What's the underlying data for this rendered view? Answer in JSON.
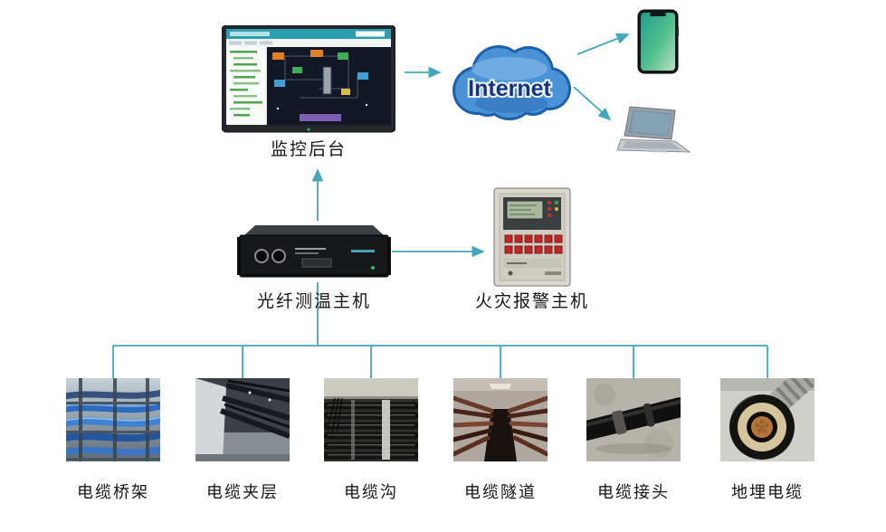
{
  "colors": {
    "arrow": "#44a7ba",
    "cloud_fill": "#4a92d6",
    "cloud_edge": "#1d5fa8",
    "cloud_text": "#16337c",
    "label_text": "#161616"
  },
  "nodes": {
    "monitor": {
      "label": "监控后台",
      "icon": "monitor-screen-image"
    },
    "internet": {
      "label": "Internet",
      "icon": "internet-cloud"
    },
    "phone": {
      "icon": "smartphone-image"
    },
    "laptop": {
      "icon": "laptop-image"
    },
    "fiber_host": {
      "label": "光纤测温主机",
      "icon": "fiber-host-image"
    },
    "fire_alarm": {
      "label": "火灾报警主机",
      "icon": "fire-alarm-panel-image"
    }
  },
  "cable_sites": [
    {
      "label": "电缆桥架",
      "icon": "cable-tray-photo"
    },
    {
      "label": "电缆夹层",
      "icon": "cable-mezzanine-photo"
    },
    {
      "label": "电缆沟",
      "icon": "cable-trench-photo"
    },
    {
      "label": "电缆隧道",
      "icon": "cable-tunnel-photo"
    },
    {
      "label": "电缆接头",
      "icon": "cable-joint-photo"
    },
    {
      "label": "地埋电缆",
      "icon": "buried-cable-photo"
    }
  ]
}
